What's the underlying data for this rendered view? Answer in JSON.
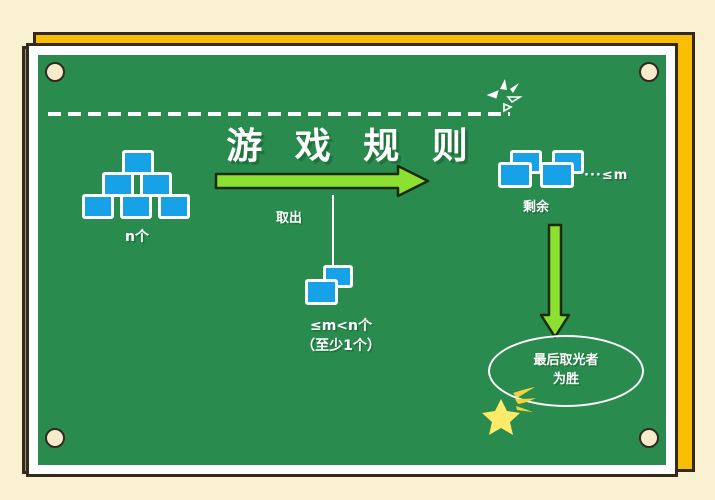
{
  "poster": {
    "title": "游 戏 规 则",
    "colors": {
      "page_background": "#FAF0D2",
      "board_green": "#2A8B4E",
      "frame_yellow": "#FBBD00",
      "frame_brown": "#9C8E72",
      "frame_white": "#FFFFFF",
      "outline_dark": "#33291E",
      "block_blue": "#17A2E8",
      "arrow_green": "#8BE032",
      "star_yellow": "#FDE96A"
    }
  },
  "left_group": {
    "label": "n个",
    "block_count": 6,
    "name": "initial-pile"
  },
  "middle": {
    "action_label": "取出",
    "result_label": "≤m<n个",
    "result_note": "（至少1个）",
    "block_count": 2
  },
  "right_group": {
    "label": "剩余",
    "limit_text": "···≤m",
    "block_count": 4
  },
  "conclusion": {
    "line1": "最后取光者",
    "line2": "为胜"
  },
  "decorations": {
    "burst": "burst-sparkle",
    "star": "shooting-star",
    "divider": "dashed-divider"
  }
}
